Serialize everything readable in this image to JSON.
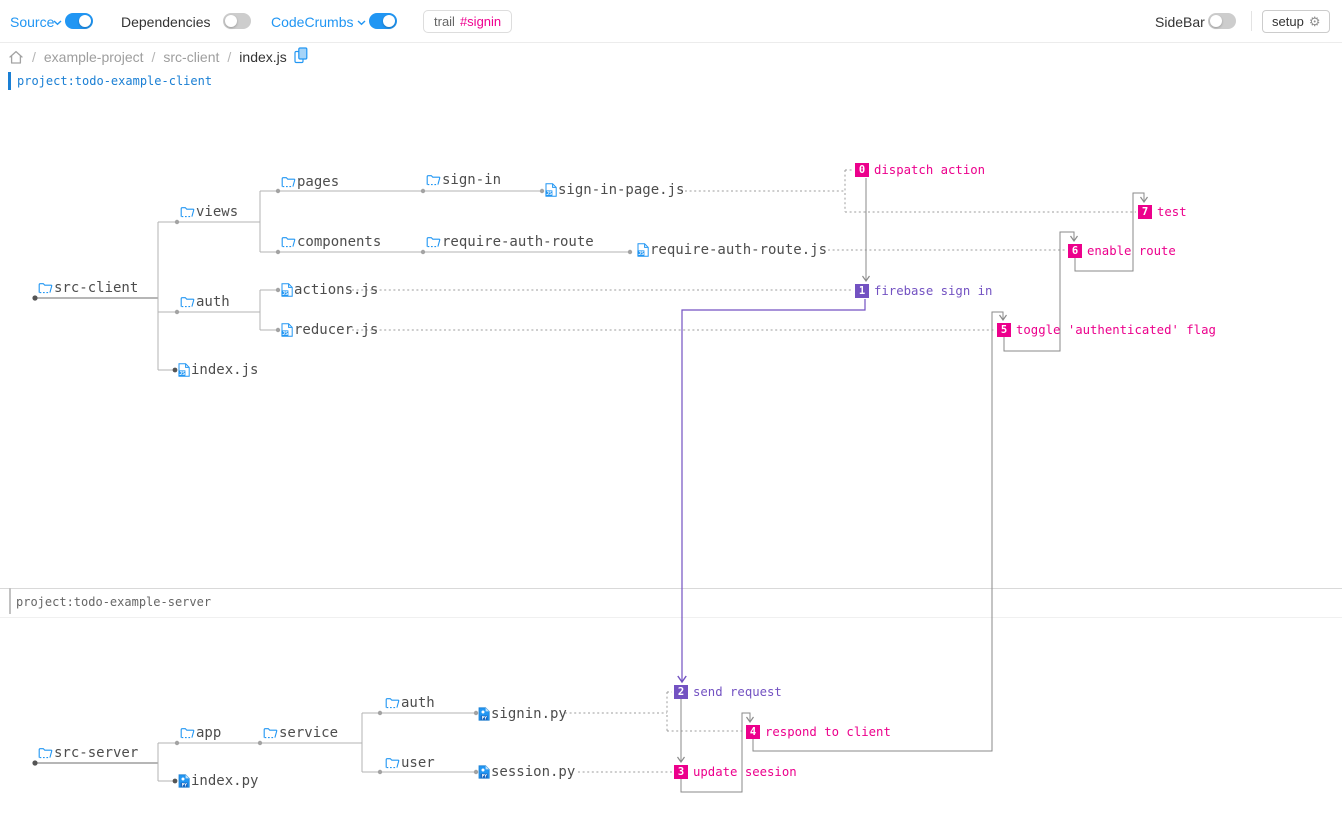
{
  "toolbar": {
    "source": {
      "label": "Source",
      "enabled": true
    },
    "dependencies": {
      "label": "Dependencies",
      "enabled": false
    },
    "codecrumbs": {
      "label": "CodeCrumbs",
      "enabled": true
    },
    "trail_badge": {
      "prefix": "trail",
      "tag": "#signin"
    },
    "sidebar": {
      "label": "SideBar",
      "enabled": false
    },
    "setup_label": "setup",
    "gear_icon": "⚙"
  },
  "breadcrumb": {
    "separator": "/",
    "items": [
      "example-project",
      "src-client",
      "index.js"
    ]
  },
  "sections": {
    "client": {
      "label": "project:todo-example-client"
    },
    "server": {
      "label": "project:todo-example-server"
    }
  },
  "tree": {
    "client": {
      "nodes": [
        {
          "id": "src-client",
          "label": "src-client",
          "type": "folder"
        },
        {
          "id": "views",
          "label": "views",
          "type": "folder"
        },
        {
          "id": "pages",
          "label": "pages",
          "type": "folder"
        },
        {
          "id": "sign-in",
          "label": "sign-in",
          "type": "folder"
        },
        {
          "id": "sign-in-page.js",
          "label": "sign-in-page.js",
          "type": "js"
        },
        {
          "id": "components",
          "label": "components",
          "type": "folder"
        },
        {
          "id": "require-auth-route",
          "label": "require-auth-route",
          "type": "folder"
        },
        {
          "id": "require-auth-route.js",
          "label": "require-auth-route.js",
          "type": "js"
        },
        {
          "id": "auth",
          "label": "auth",
          "type": "folder"
        },
        {
          "id": "actions.js",
          "label": "actions.js",
          "type": "js"
        },
        {
          "id": "reducer.js",
          "label": "reducer.js",
          "type": "js"
        },
        {
          "id": "index.js",
          "label": "index.js",
          "type": "js"
        }
      ]
    },
    "server": {
      "nodes": [
        {
          "id": "src-server",
          "label": "src-server",
          "type": "folder"
        },
        {
          "id": "app",
          "label": "app",
          "type": "folder"
        },
        {
          "id": "service",
          "label": "service",
          "type": "folder"
        },
        {
          "id": "auth",
          "label": "auth",
          "type": "folder"
        },
        {
          "id": "signin.py",
          "label": "signin.py",
          "type": "py"
        },
        {
          "id": "user",
          "label": "user",
          "type": "folder"
        },
        {
          "id": "session.py",
          "label": "session.py",
          "type": "py"
        },
        {
          "id": "index.py",
          "label": "index.py",
          "type": "py"
        }
      ]
    }
  },
  "crumbs": [
    {
      "n": "0",
      "label": "dispatch action",
      "state": "normal"
    },
    {
      "n": "1",
      "label": "firebase sign in",
      "state": "selected"
    },
    {
      "n": "2",
      "label": "send request",
      "state": "selected"
    },
    {
      "n": "3",
      "label": "update seesion",
      "state": "normal"
    },
    {
      "n": "4",
      "label": "respond to client",
      "state": "normal"
    },
    {
      "n": "5",
      "label": "toggle 'authenticated' flag",
      "state": "normal"
    },
    {
      "n": "6",
      "label": "enable route",
      "state": "normal"
    },
    {
      "n": "7",
      "label": "test",
      "state": "normal"
    }
  ],
  "colors": {
    "accent_blue": "#2196f3",
    "crumb_pink": "#ec008c",
    "crumb_purple": "#7352c2",
    "tag_pink": "#ee0290"
  }
}
